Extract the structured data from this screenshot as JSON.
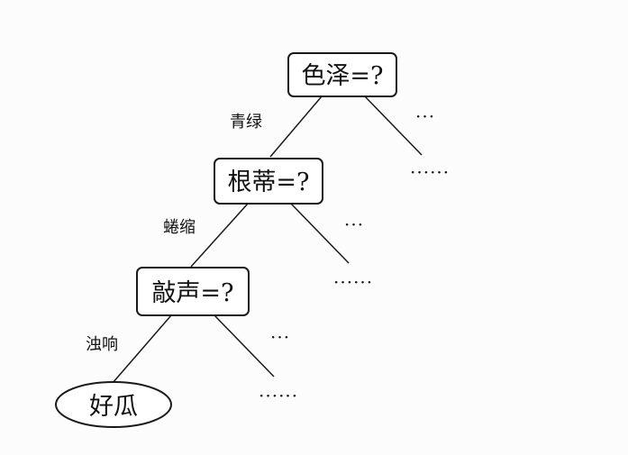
{
  "diagram": {
    "nodes": {
      "root": {
        "label": "色泽=?"
      },
      "level2": {
        "label": "根蒂=?"
      },
      "level3": {
        "label": "敲声=?"
      },
      "leaf": {
        "label": "好瓜"
      }
    },
    "edges": {
      "root_left": {
        "label": "青绿"
      },
      "level2_left": {
        "label": "蜷缩"
      },
      "level3_left": {
        "label": "浊响"
      }
    },
    "ellipses": {
      "short": "···",
      "long": "······"
    }
  }
}
